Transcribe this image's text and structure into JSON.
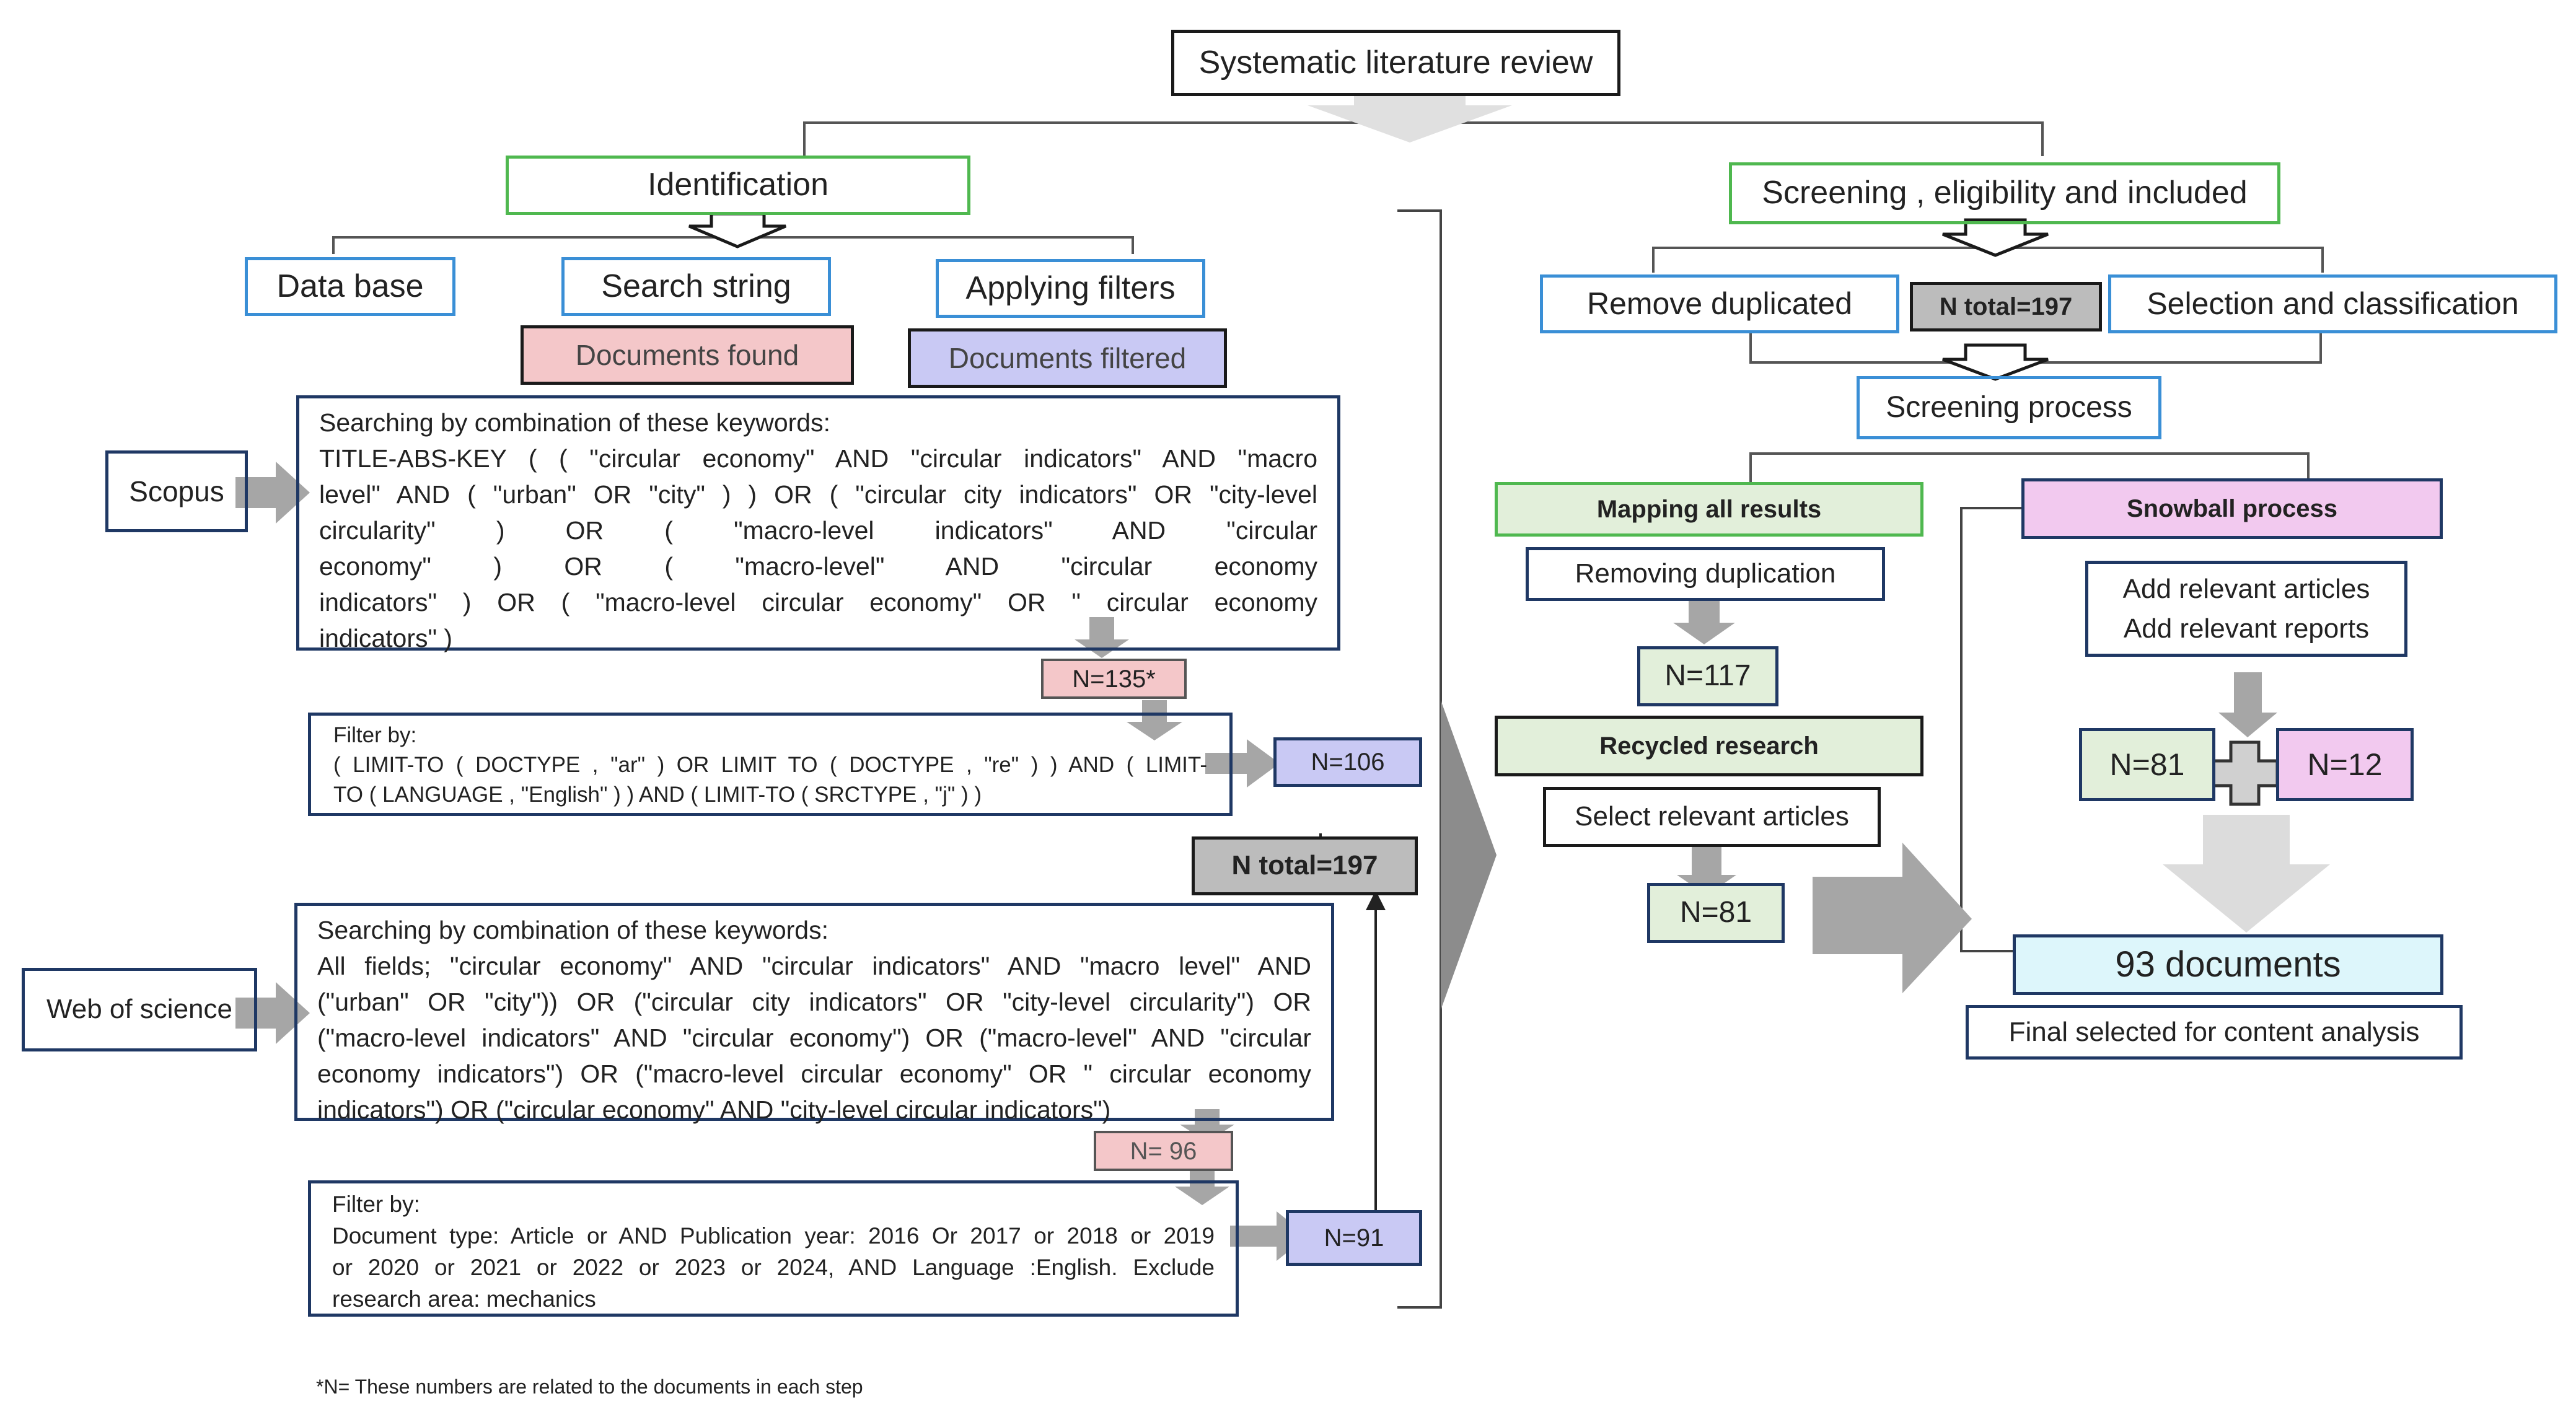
{
  "diagram": {
    "root": "Systematic literature review",
    "identification": {
      "title": "Identification",
      "data_base": "Data base",
      "search_string": "Search string",
      "applying_filters": "Applying filters",
      "documents_found": "Documents found",
      "documents_filtered": "Documents filtered",
      "scopus": {
        "label": "Scopus",
        "query_lines": [
          "Searching by combination of these keywords:",
          "TITLE-ABS-KEY ( ( \"circular economy\" AND \"circular indicators\" AND \"macro",
          "level\" AND ( \"urban\" OR \"city\" ) ) OR ( \"circular city indicators\" OR \"city-level",
          "circularity\" ) OR ( \"macro-level indicators\" AND \"circular",
          "economy\" ) OR ( \"macro-level\" AND \"circular economy",
          "indicators\" ) OR ( \"macro-level circular economy\" OR \" circular economy",
          "indicators\" )"
        ],
        "found": "N=135*",
        "filter_lines": [
          "Filter by:",
          "( LIMIT-TO ( DOCTYPE , \"ar\" ) OR LIMIT TO ( DOCTYPE , \"re\" ) ) AND ( LIMIT-",
          "TO ( LANGUAGE , \"English\" ) ) AND ( LIMIT-TO ( SRCTYPE , \"j\" ) )"
        ],
        "filtered": "N=106"
      },
      "total": "N total=197",
      "wos": {
        "label": "Web of science",
        "query_lines": [
          "Searching by combination of these keywords:",
          "All fields; \"circular economy\" AND \"circular indicators\" AND \"macro level\" AND",
          "(\"urban\" OR \"city\")) OR (\"circular city indicators\" OR \"city-level circularity\") OR",
          "(\"macro-level indicators\" AND \"circular economy\") OR (\"macro-level\" AND \"circular",
          "economy indicators\") OR (\"macro-level circular economy\" OR \" circular economy",
          "indicators\") OR (\"circular economy\" AND \"city-level circular indicators\")"
        ],
        "found": "N= 96",
        "filter_lines": [
          "Filter by:",
          "Document type: Article or AND Publication year: 2016 Or 2017 or 2018 or 2019",
          "or 2020 or 2021 or 2022 or 2023 or 2024, AND Language :English. Exclude",
          "research area: mechanics"
        ],
        "filtered": "N=91"
      }
    },
    "screening": {
      "title": "Screening , eligibility and included",
      "remove_duplicated": "Remove duplicated",
      "total": "N total=197",
      "selection": "Selection and classification",
      "process": "Screening process",
      "mapping": "Mapping all results",
      "removing_duplication": "Removing duplication",
      "n_after_dedup": "N=117",
      "recycled": "Recycled research",
      "select_relevant": "Select relevant articles",
      "n_selected": "N=81",
      "snowball": "Snowball process",
      "snowball_add_articles": "Add relevant articles",
      "snowball_add_reports": "Add relevant reports",
      "n_left": "N=81",
      "n_right": "N=12",
      "final_count": "93 documents",
      "final_label": "Final selected for content analysis"
    },
    "footnote": "*N= These numbers are related to the documents in each step"
  },
  "colors": {
    "dark_border": "#1f3864",
    "green_border": "#4fb84f",
    "blue_border": "#3a8fd6",
    "pink_fill": "#f4c7c9",
    "lavender_fill": "#c9c9f4",
    "light_green_fill": "#e2efda",
    "magenta_fill": "#f2c9ef",
    "gray_fill": "#bcbcbc",
    "cyan_fill": "#ddf6fb",
    "arrow_gray": "#a6a6a6"
  }
}
